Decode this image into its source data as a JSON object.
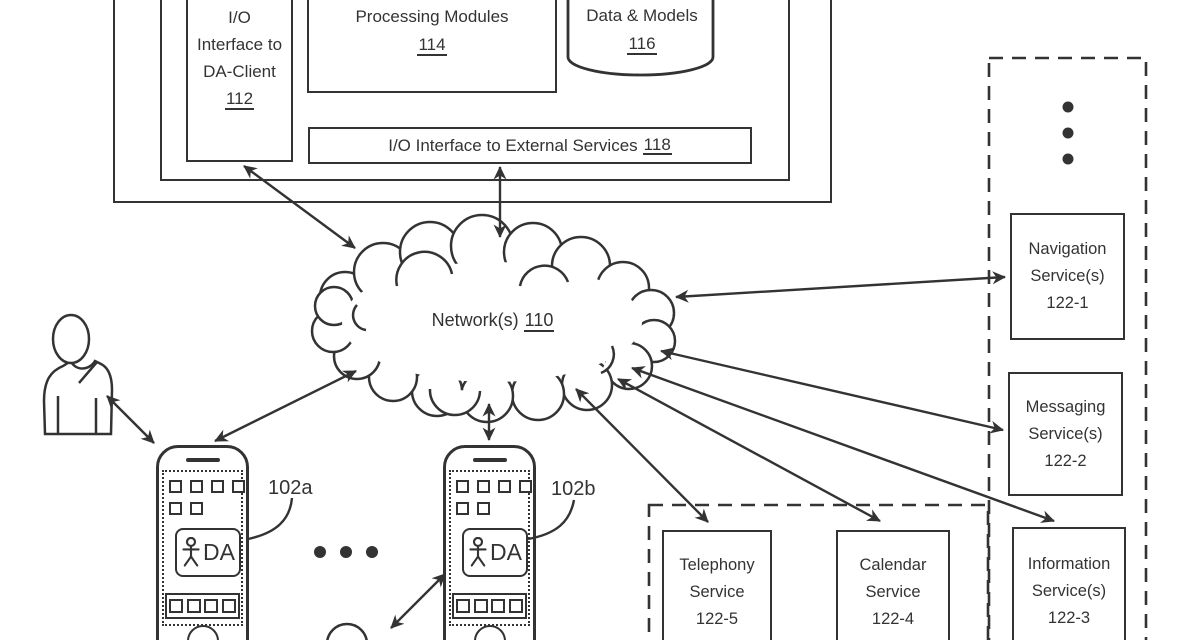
{
  "server": {
    "io_da_client": {
      "line1": "I/O",
      "line2": "Interface to",
      "line3": "DA-Client",
      "ref": "112"
    },
    "processing": {
      "label": "Processing Modules",
      "ref": "114"
    },
    "data_models": {
      "label": "Data & Models",
      "ref": "116"
    },
    "io_external": {
      "label": "I/O Interface to External Services",
      "ref": "118"
    }
  },
  "network": {
    "label": "Network(s)",
    "ref": "110"
  },
  "services": {
    "navigation": {
      "line1": "Navigation",
      "line2": "Service(s)",
      "ref": "122-1"
    },
    "messaging": {
      "line1": "Messaging",
      "line2": "Service(s)",
      "ref": "122-2"
    },
    "information": {
      "line1": "Information",
      "line2": "Service(s)",
      "ref": "122-3"
    },
    "telephony": {
      "line1": "Telephony",
      "line2": "Service",
      "ref": "122-5"
    },
    "calendar": {
      "line1": "Calendar",
      "line2": "Service",
      "ref": "122-4"
    }
  },
  "devices": {
    "phone_a": {
      "label": "102a",
      "da_label": "DA"
    },
    "phone_b": {
      "label": "102b",
      "da_label": "DA"
    }
  },
  "icons": {
    "cloud": "network cloud outline",
    "database_cylinder": "data store cylinder",
    "user_silhouette": "person torso outline",
    "stick_figure": "assistant stick figure",
    "smartphone": "phone with app grid",
    "ellipsis": "continuation dots"
  },
  "colors": {
    "ink": "#333333",
    "background": "#ffffff"
  }
}
